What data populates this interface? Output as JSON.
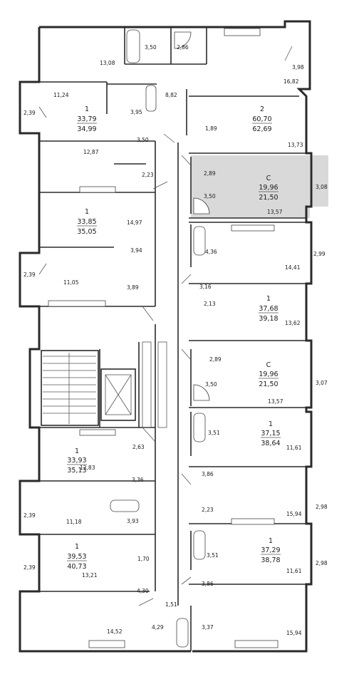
{
  "highlight_color": "#d9d9d9",
  "wall_color": "#2a2a2a",
  "apartments": [
    {
      "id": "apt-2",
      "rooms": "2",
      "area_living": "60,70",
      "area_total": "62,69"
    },
    {
      "id": "apt-1a",
      "rooms": "1",
      "area_living": "33,79",
      "area_total": "34,99"
    },
    {
      "id": "apt-1b",
      "rooms": "1",
      "area_living": "33,85",
      "area_total": "35,05"
    },
    {
      "id": "apt-c-top",
      "rooms": "С",
      "area_living": "19,96",
      "area_total": "21,50",
      "highlighted": true
    },
    {
      "id": "apt-1c",
      "rooms": "1",
      "area_living": "37,68",
      "area_total": "39,18"
    },
    {
      "id": "apt-c-mid",
      "rooms": "С",
      "area_living": "19,96",
      "area_total": "21,50"
    },
    {
      "id": "apt-1d",
      "rooms": "1",
      "area_living": "33,93",
      "area_total": "35,13"
    },
    {
      "id": "apt-1e",
      "rooms": "1",
      "area_living": "37,15",
      "area_total": "38,64"
    },
    {
      "id": "apt-1f",
      "rooms": "1",
      "area_living": "39,53",
      "area_total": "40,73"
    },
    {
      "id": "apt-1g",
      "rooms": "1",
      "area_living": "37,29",
      "area_total": "38,78"
    }
  ],
  "room_areas": [
    "3,50",
    "2,86",
    "13,08",
    "3,98",
    "16,82",
    "8,82",
    "11,24",
    "3,95",
    "2,39",
    "1,89",
    "13,73",
    "3,50",
    "12,87",
    "2,23",
    "2,89",
    "3,50",
    "3,08",
    "13,57",
    "14,97",
    "4,36",
    "2,99",
    "14,41",
    "3,94",
    "2,39",
    "11,05",
    "3,89",
    "3,16",
    "2,13",
    "13,62",
    "2,89",
    "3,50",
    "3,07",
    "13,57",
    "2,63",
    "12,83",
    "3,51",
    "11,61",
    "3,36",
    "3,86",
    "2,39",
    "11,18",
    "3,93",
    "2,23",
    "15,94",
    "2,98",
    "1,70",
    "2,39",
    "13,21",
    "3,51",
    "11,61",
    "2,98",
    "3,86",
    "4,30",
    "1,51",
    "4,29",
    "3,37",
    "14,52",
    "15,94"
  ]
}
